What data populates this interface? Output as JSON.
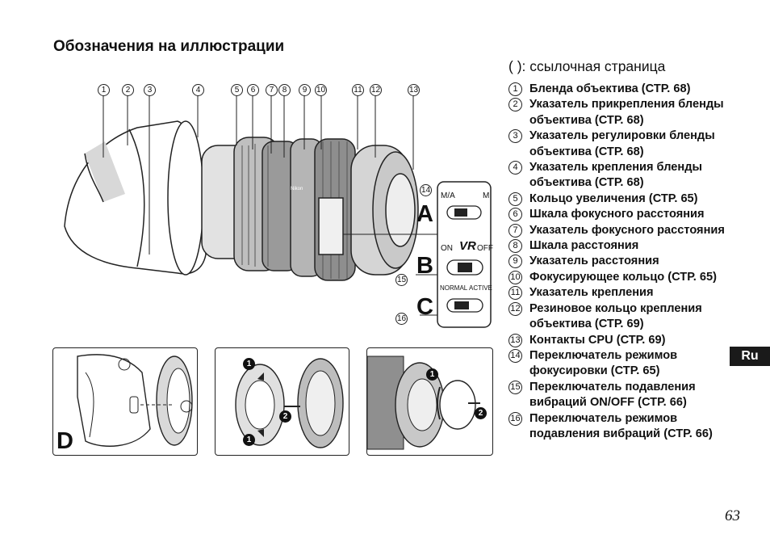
{
  "heading": "Обозначения на иллюстрации",
  "reference_note": "(      ): ссылочная страница",
  "legend": [
    {
      "num": "1",
      "text": "Бленда объектива (СТР. 68)"
    },
    {
      "num": "2",
      "text": "Указатель прикрепления бленды объектива (СТР. 68)"
    },
    {
      "num": "3",
      "text": "Указатель регулировки бленды объектива (СТР. 68)"
    },
    {
      "num": "4",
      "text": "Указатель крепления бленды объектива (СТР. 68)"
    },
    {
      "num": "5",
      "text": "Кольцо увеличения (СТР. 65)"
    },
    {
      "num": "6",
      "text": "Шкала фокусного расстояния"
    },
    {
      "num": "7",
      "text": "Указатель фокусного расстояния"
    },
    {
      "num": "8",
      "text": "Шкала расстояния"
    },
    {
      "num": "9",
      "text": "Указатель расстояния"
    },
    {
      "num": "10",
      "text": "Фокусирующее кольцо (СТР. 65)"
    },
    {
      "num": "11",
      "text": "Указатель крепления"
    },
    {
      "num": "12",
      "text": "Резиновое кольцо крепления объектива (СТР. 69)"
    },
    {
      "num": "13",
      "text": "Контакты CPU (СТР. 69)"
    },
    {
      "num": "14",
      "text": "Переключатель режимов фокусировки (СТР. 65)"
    },
    {
      "num": "15",
      "text": "Переключатель подавления вибраций ON/OFF (СТР. 66)"
    },
    {
      "num": "16",
      "text": "Переключатель режимов подавления вибраций (СТР. 66)"
    }
  ],
  "illustration": {
    "callouts": [
      "1",
      "2",
      "3",
      "4",
      "5",
      "6",
      "7",
      "8",
      "9",
      "10",
      "11",
      "12",
      "13",
      "14",
      "15",
      "16"
    ],
    "switch_labels": {
      "a_left": "M/A",
      "a_right": "M",
      "b_left": "ON",
      "b_mid": "VR",
      "b_right": "OFF",
      "c_left": "NORMAL",
      "c_right": "ACTIVE"
    },
    "letters": {
      "a": "A",
      "b": "B",
      "c": "C",
      "d": "D"
    },
    "steps": {
      "one": "1",
      "two": "2"
    },
    "brand": "Nikon"
  },
  "lang_tab": "Ru",
  "page_number": "63"
}
